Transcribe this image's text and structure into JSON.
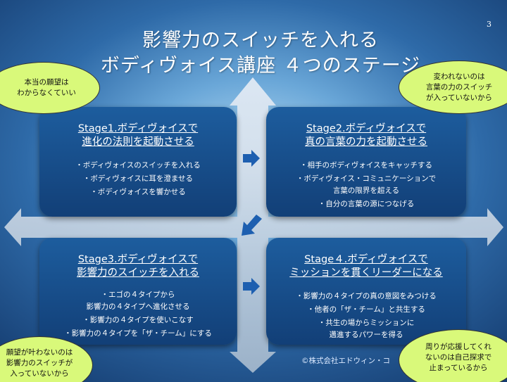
{
  "slide": {
    "page_number": "3",
    "title_line1": "影響力のスイッチを入れる",
    "title_line2": "ボディヴォイス講座 ４つのステージ",
    "copyright": "©株式会社エドウィン・コ"
  },
  "stages": [
    {
      "head1": "Stage1.ボディヴォイスで",
      "head2": "進化の法則を起動させる",
      "bullets": [
        "・ボディヴォイスのスイッチを入れる",
        "・ボディヴォイスに耳を澄ませる",
        "・ボディヴォイスを響かせる"
      ]
    },
    {
      "head1": "Stage2.ボディヴォイスで",
      "head2": "真の言葉の力を起動させる",
      "bullets": [
        "・相手のボディヴォイスをキャッチする",
        "・ボディヴォイス・コミュニケーションで",
        "言葉の限界を超える",
        "・自分の言葉の源につなげる"
      ]
    },
    {
      "head1": "Stage3.ボディヴォイスで",
      "head2": "影響力のスイッチを入れる",
      "bullets": [
        "・エゴの４タイプから",
        "影響力の４タイプへ進化させる",
        "・影響力の４タイプを使いこなす",
        "・影響力の４タイプを「ザ・チーム」にする"
      ]
    },
    {
      "head1": "Stage４.ボディヴォイスで",
      "head2": "ミッションを貫くリーダーになる",
      "bullets": [
        "・影響力の４タイプの真の意図をみつける",
        "・他者の「ザ・チーム」と共生する",
        "・共生の場からミッションに",
        "邁進するパワーを得る"
      ]
    }
  ],
  "bubbles": [
    {
      "lines": [
        "本当の願望は",
        "わからなくていい"
      ]
    },
    {
      "lines": [
        "変われないのは",
        "言葉の力のスイッチ",
        "が入っていないから"
      ]
    },
    {
      "lines": [
        "願望が叶わないのは",
        "影響力のスイッチが",
        "入っていないから"
      ]
    },
    {
      "lines": [
        "周りが応援してくれ",
        "ないのは自己探求で",
        "止まっているから"
      ]
    }
  ],
  "colors": {
    "bubble": "#d9f97a",
    "quad": "#1a5294",
    "arrow": "#1d5fb0"
  }
}
